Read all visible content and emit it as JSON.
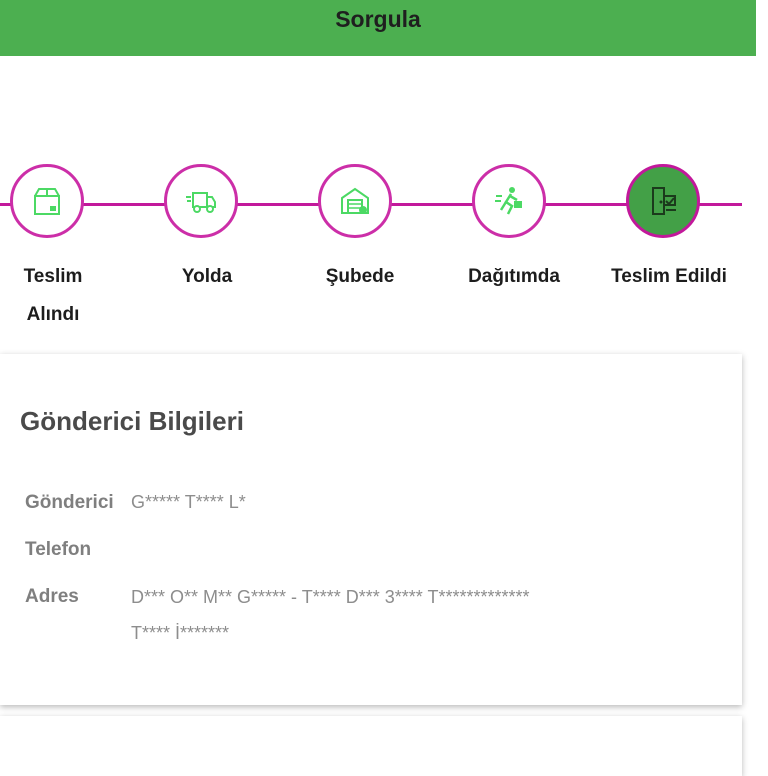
{
  "header": {
    "title": "Sorgula"
  },
  "timeline": {
    "steps": [
      {
        "label_line1": "Teslim",
        "label_line2": "Alındı",
        "icon": "package-icon",
        "state": "pending"
      },
      {
        "label_line1": "Yolda",
        "icon": "delivery-truck-icon",
        "state": "pending"
      },
      {
        "label_line1": "Şubede",
        "icon": "warehouse-icon",
        "state": "pending"
      },
      {
        "label_line1": "Dağıtımda",
        "icon": "courier-running-icon",
        "state": "pending"
      },
      {
        "label_line1": "Teslim Edildi",
        "icon": "delivered-door-icon",
        "state": "completed"
      }
    ],
    "colors": {
      "line": "#c2189b",
      "pending_icon": "#4cd964",
      "completed_fill": "#43a047"
    }
  },
  "sender_card": {
    "title": "Gönderici Bilgileri",
    "rows": [
      {
        "label": "Gönderici",
        "value": "G***** T**** L*"
      },
      {
        "label": "Telefon",
        "value": ""
      },
      {
        "label": "Adres",
        "value_line1": "D*** O** M** G***** - T**** D*** 3**** T*************",
        "value_line2": "T**** İ*******"
      }
    ]
  },
  "colors": {
    "header": "#4caf50"
  }
}
